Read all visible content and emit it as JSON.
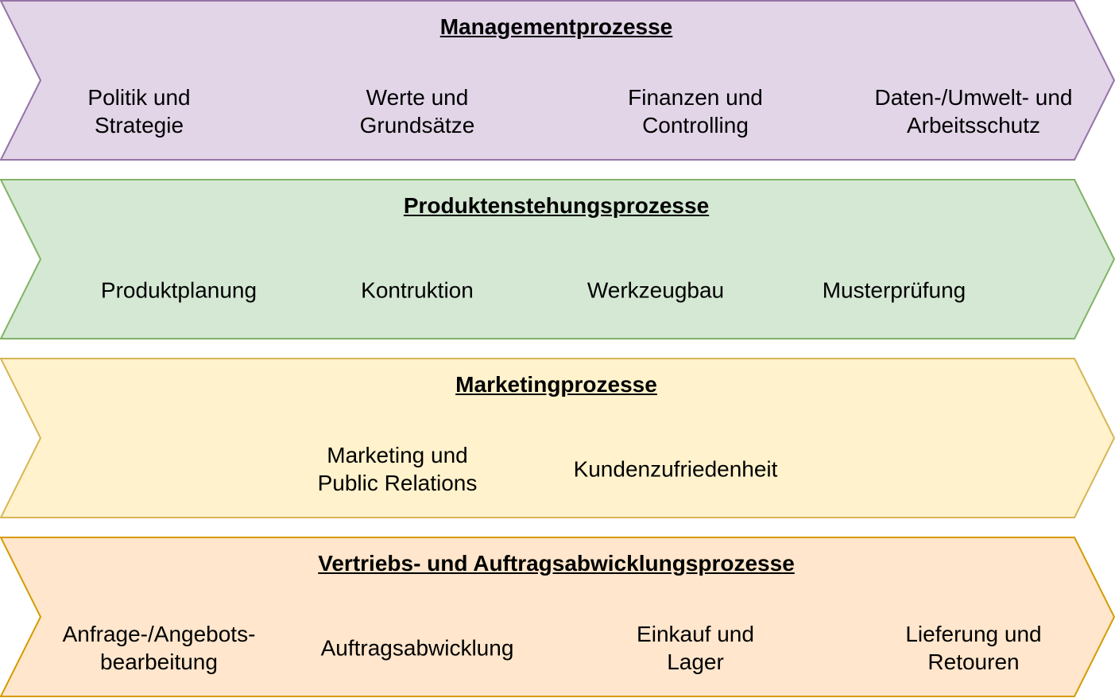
{
  "bands": [
    {
      "title": "Managementprozesse",
      "fill": "#e1d5e7",
      "stroke": "#9673a6",
      "items": [
        "Politik und\nStrategie",
        "Werte und\nGrundsätze",
        "Finanzen und\nControlling",
        "Daten-/Umwelt- und\nArbeitsschutz"
      ]
    },
    {
      "title": "Produktenstehungsprozesse",
      "fill": "#d5e8d4",
      "stroke": "#82b366",
      "items": [
        "Produktplanung",
        "Kontruktion",
        "Werkzeugbau",
        "Musterprüfung"
      ]
    },
    {
      "title": "Marketingprozesse",
      "fill": "#fff2cc",
      "stroke": "#d6b656",
      "items": [
        "Marketing und\nPublic Relations",
        "Kundenzufriedenheit"
      ]
    },
    {
      "title": "Vertriebs- und Auftragsabwicklungsprozesse",
      "fill": "#ffe6cc",
      "stroke": "#d79b00",
      "items": [
        "Anfrage-/Angebots-\nbearbeitung",
        "Auftragsabwicklung",
        "Einkauf und\nLager",
        "Lieferung und\nRetouren"
      ]
    }
  ]
}
